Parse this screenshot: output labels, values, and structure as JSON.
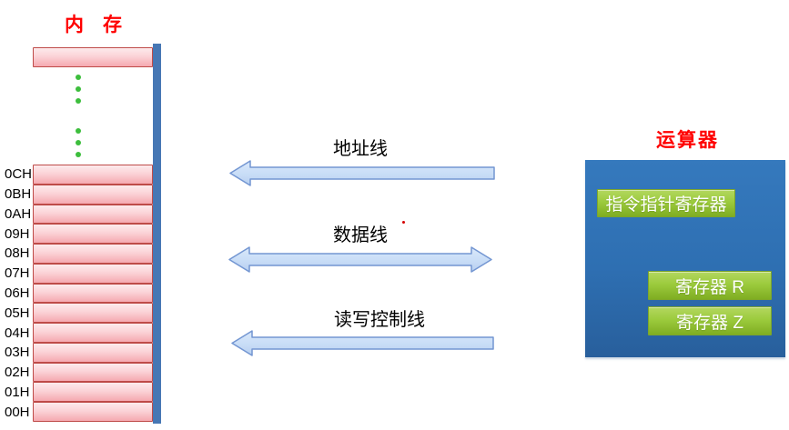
{
  "memory": {
    "title": "内　存",
    "cells": [
      "0CH",
      "0BH",
      "0AH",
      "09H",
      "08H",
      "07H",
      "06H",
      "05H",
      "04H",
      "03H",
      "02H",
      "01H",
      "00H"
    ],
    "ellipsis_dot_count": 6
  },
  "buses": [
    {
      "label": "地址线",
      "direction": "left",
      "icon": "block-arrow-left"
    },
    {
      "label": "数据线",
      "direction": "both",
      "icon": "block-arrow-double"
    },
    {
      "label": "读写控制线",
      "direction": "left",
      "icon": "block-arrow-left"
    }
  ],
  "alu": {
    "title": "运算器",
    "registers": [
      "指令指针寄存器",
      "寄存器 R",
      "寄存器 Z"
    ]
  },
  "colors": {
    "title_red": "#ff0000",
    "memory_cell_fill_top": "#fdeaec",
    "memory_cell_fill_bottom": "#f5a9b0",
    "memory_cell_border": "#be4b48",
    "memory_rail_blue": "#4677b4",
    "ellipsis_dot_green": "#3dbe3d",
    "bus_label_text": "#000000",
    "bus_arrow_fill_top": "#d9e8fa",
    "bus_arrow_fill_bottom": "#b7cff0",
    "bus_arrow_border": "#7396d2",
    "alu_box_blue": "#2e6fb2",
    "register_green_top": "#b3d75f",
    "register_green_bottom": "#7fad22",
    "register_text": "#ffffff",
    "stray_dot_red": "#d40000"
  }
}
